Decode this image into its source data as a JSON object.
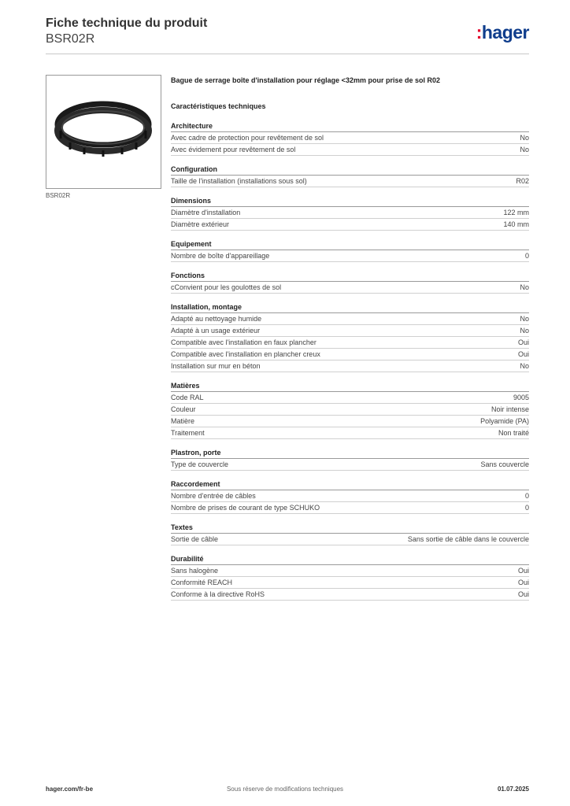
{
  "header": {
    "title": "Fiche technique du produit",
    "reference": "BSR02R",
    "logo_text": "hager",
    "logo_prefix": ":"
  },
  "product": {
    "image_caption": "BSR02R",
    "description": "Bague de serrage boîte d'installation pour réglage <32mm pour prise de sol R02"
  },
  "spec_heading": "Caractéristiques techniques",
  "sections": [
    {
      "title": "Architecture",
      "rows": [
        {
          "label": "Avec cadre de protection pour revêtement de sol",
          "value": "No"
        },
        {
          "label": "Avec évidement pour revêtement de sol",
          "value": "No"
        }
      ]
    },
    {
      "title": "Configuration",
      "rows": [
        {
          "label": "Taille de l'installation (installations sous sol)",
          "value": "R02"
        }
      ]
    },
    {
      "title": "Dimensions",
      "rows": [
        {
          "label": "Diamètre d'installation",
          "value": "122 mm"
        },
        {
          "label": "Diamètre extérieur",
          "value": "140 mm"
        }
      ]
    },
    {
      "title": "Equipement",
      "rows": [
        {
          "label": "Nombre de boîte d'appareillage",
          "value": "0"
        }
      ]
    },
    {
      "title": "Fonctions",
      "rows": [
        {
          "label": "cConvient pour les goulottes de sol",
          "value": "No"
        }
      ]
    },
    {
      "title": "Installation, montage",
      "rows": [
        {
          "label": "Adapté au nettoyage humide",
          "value": "No"
        },
        {
          "label": "Adapté à un usage extérieur",
          "value": "No"
        },
        {
          "label": "Compatible avec l'installation en faux plancher",
          "value": "Oui"
        },
        {
          "label": "Compatible avec l'installation en plancher creux",
          "value": "Oui"
        },
        {
          "label": "Installation sur mur en béton",
          "value": "No"
        }
      ]
    },
    {
      "title": "Matières",
      "rows": [
        {
          "label": "Code RAL",
          "value": "9005"
        },
        {
          "label": "Couleur",
          "value": "Noir intense"
        },
        {
          "label": "Matière",
          "value": "Polyamide (PA)"
        },
        {
          "label": "Traitement",
          "value": "Non traité"
        }
      ]
    },
    {
      "title": " Plastron, porte",
      "rows": [
        {
          "label": "Type de couvercle",
          "value": "Sans couvercle"
        }
      ]
    },
    {
      "title": "Raccordement",
      "rows": [
        {
          "label": "Nombre d'entrée de câbles",
          "value": "0"
        },
        {
          "label": "Nombre de prises de courant de type SCHUKO",
          "value": "0"
        }
      ]
    },
    {
      "title": "Textes",
      "rows": [
        {
          "label": "Sortie de câble",
          "value": "Sans sortie de câble dans le couvercle"
        }
      ]
    },
    {
      "title": "Durabilité",
      "rows": [
        {
          "label": "Sans halogène",
          "value": "Oui"
        },
        {
          "label": "Conformité REACH",
          "value": "Oui"
        },
        {
          "label": "Conforme à la directive RoHS",
          "value": "Oui"
        }
      ]
    }
  ],
  "footer": {
    "website": "hager.com/fr-be",
    "disclaimer": "Sous réserve de modifications techniques",
    "date": "01.07.2025"
  },
  "colors": {
    "logo_blue": "#0f3d8c",
    "logo_red": "#e4002b"
  }
}
